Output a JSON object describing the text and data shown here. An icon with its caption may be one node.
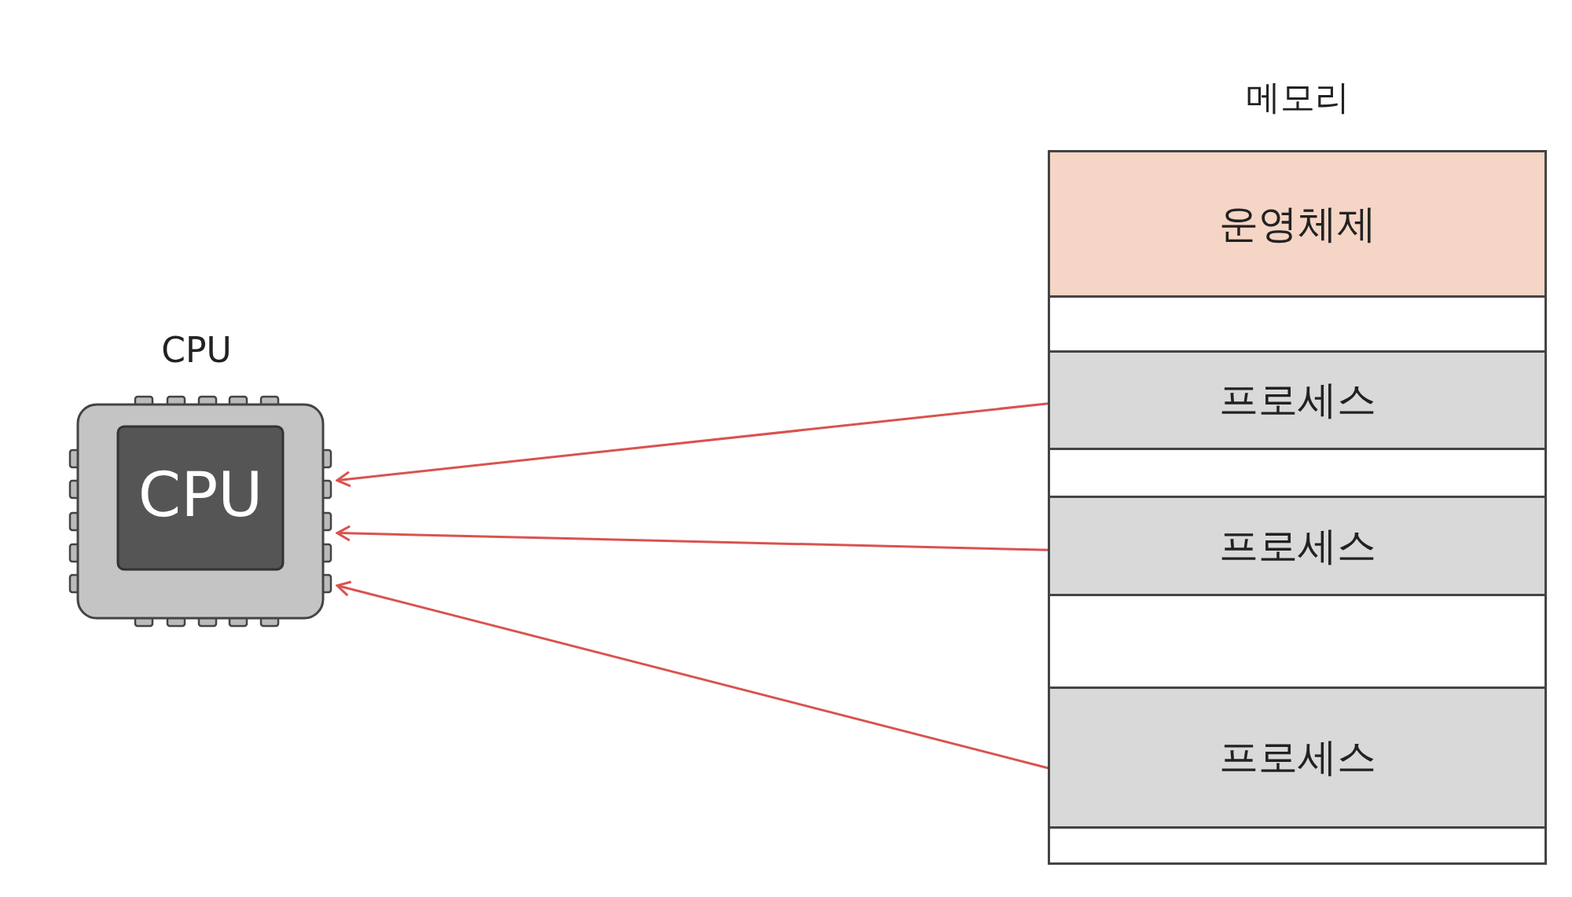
{
  "diagram": {
    "nodes": [
      {
        "text": [
          "CPU",
          "CPU"
        ]
      },
      {
        "text": [
          "메모리"
        ]
      },
      {
        "text": [
          "운영체제"
        ],
        "in": 1
      },
      {
        "text": [],
        "shape": "box",
        "in": 1
      },
      {
        "text": [
          "프로세스"
        ],
        "in": 1
      },
      {
        "text": [],
        "shape": "box",
        "in": 1
      },
      {
        "text": [
          "프로세스"
        ],
        "in": 1
      },
      {
        "text": [],
        "shape": "box",
        "in": 1
      },
      {
        "text": [
          "프로세스"
        ],
        "in": 1
      },
      {
        "text": [],
        "shape": "box",
        "in": 1
      }
    ],
    "edges": [
      {
        "from": 4,
        "to": 0,
        "arrow": "to"
      },
      {
        "from": 6,
        "to": 0,
        "arrow": "to"
      },
      {
        "from": 8,
        "to": 0,
        "arrow": "to"
      }
    ]
  }
}
